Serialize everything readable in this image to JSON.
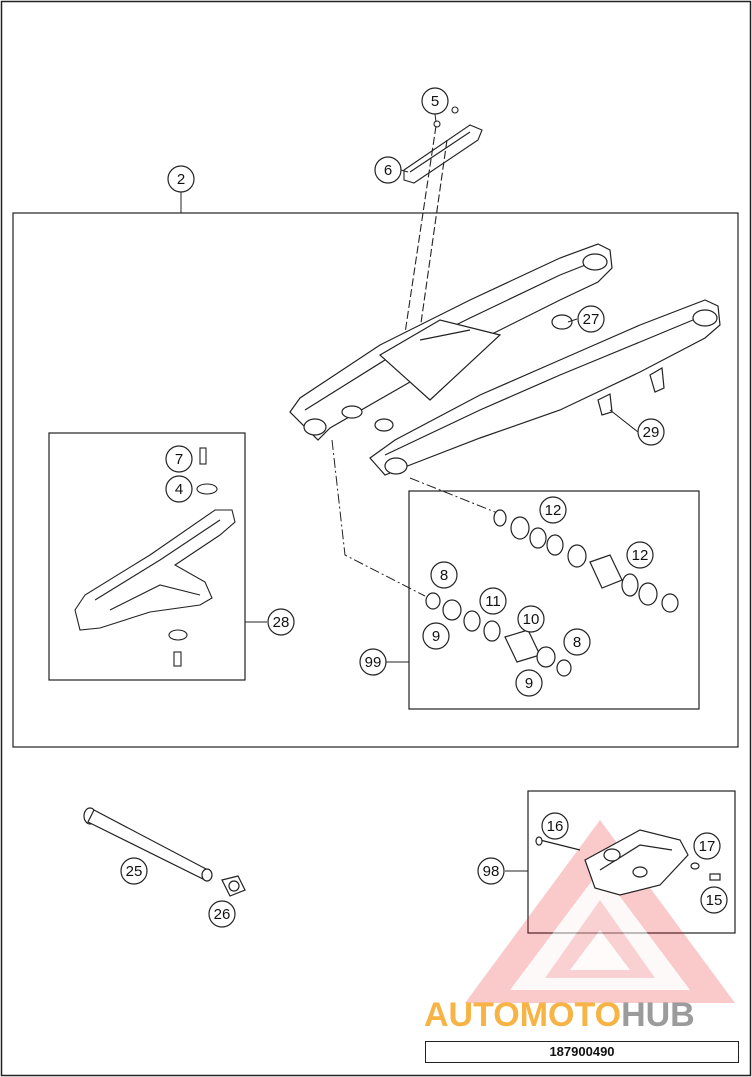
{
  "diagram": {
    "callouts": [
      "2",
      "4",
      "5",
      "6",
      "7",
      "8",
      "8",
      "9",
      "9",
      "10",
      "11",
      "12",
      "12",
      "15",
      "16",
      "17",
      "25",
      "26",
      "27",
      "28",
      "29",
      "98",
      "99"
    ],
    "part_labels": {
      "swingarm": "2",
      "sliding_washer": "4",
      "nut": "5",
      "chain_guide_top": "6",
      "screw": "7",
      "seal_ring_a": "8",
      "seal_ring_b": "8",
      "bearing_a": "9",
      "bearing_b": "9",
      "bushing": "10",
      "spacer_ring": "11",
      "needle_bearing_a": "12",
      "needle_bearing_b": "12",
      "screw_guide": "15",
      "screw_long": "16",
      "washer": "17",
      "axle": "25",
      "axle_nut": "26",
      "plug": "27",
      "chain_slider": "28",
      "heel_guard": "29",
      "chain_guide_kit": "98",
      "bearing_kit": "99"
    },
    "document_number": "187900490"
  },
  "watermark": {
    "brand_part1": "AUTOMOTO",
    "brand_part2": "HUB",
    "color_primary": "#e8262b",
    "color_secondary": "#f6a623",
    "color_gray": "#8a8a8a"
  }
}
